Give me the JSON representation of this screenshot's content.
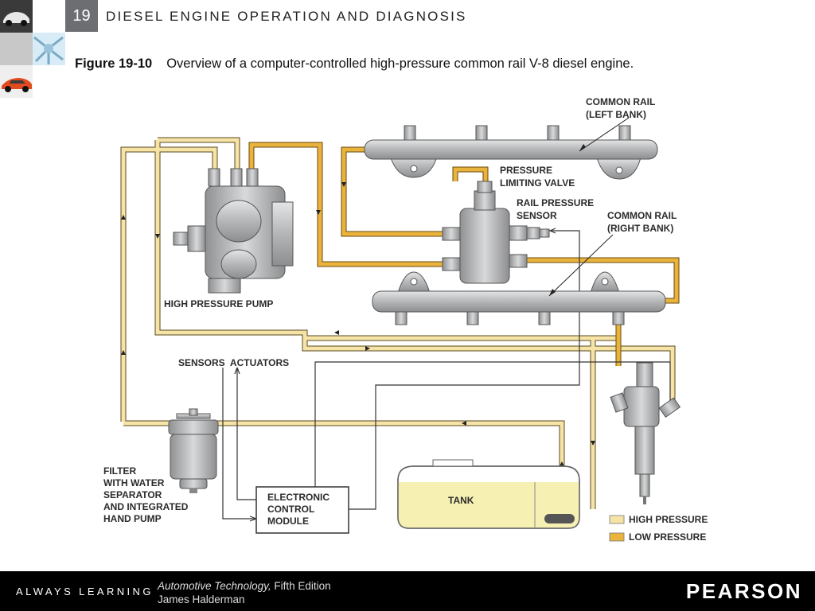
{
  "header": {
    "chapter": "19",
    "course_title": "DIESEL ENGINE OPERATION AND DIAGNOSIS"
  },
  "caption": {
    "figure": "Figure 19-10",
    "text": "Overview of a computer-controlled high-pressure common rail V-8 diesel engine."
  },
  "diagram": {
    "labels": {
      "common_rail_left_1": "COMMON RAIL",
      "common_rail_left_2": "(LEFT BANK)",
      "plv_1": "PRESSURE",
      "plv_2": "LIMITING VALVE",
      "rps_1": "RAIL PRESSURE",
      "rps_2": "SENSOR",
      "common_rail_right_1": "COMMON RAIL",
      "common_rail_right_2": "(RIGHT BANK)",
      "hp_pump": "HIGH PRESSURE PUMP",
      "sensors_actuators": "SENSORS  ACTUATORS",
      "filter_1": "FILTER",
      "filter_2": "WITH WATER",
      "filter_3": "SEPARATOR",
      "filter_4": "AND INTEGRATED",
      "filter_5": "HAND PUMP",
      "ecm_1": "ELECTRONIC",
      "ecm_2": "CONTROL",
      "ecm_3": "MODULE",
      "tank": "TANK"
    },
    "legend": {
      "high_pressure": "HIGH PRESSURE",
      "low_pressure": "LOW PRESSURE"
    },
    "colors": {
      "high_pressure": "#f6e3a6",
      "low_pressure": "#e9b33c",
      "metal": "#b9babc",
      "tank_fuel": "#f7f0b3"
    }
  },
  "footer": {
    "tagline": "ALWAYS LEARNING",
    "book_title": "Automotive Technology,",
    "book_edition": " Fifth Edition",
    "author": "James Halderman",
    "publisher": "PEARSON"
  }
}
